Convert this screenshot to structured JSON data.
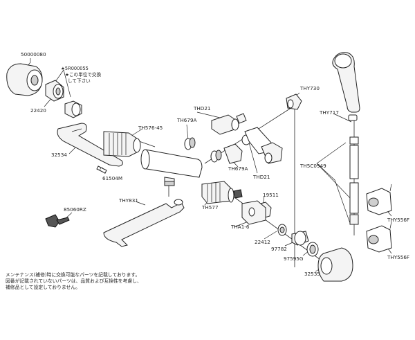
{
  "labels": {
    "p50000080": "50000080",
    "p5r000055": "★5R000055",
    "star_note_1": "★この単位で交換",
    "star_note_2": "して下さい",
    "p22420": "22420",
    "p32534": "32534",
    "p61504m": "61504M",
    "pth576_45": "TH576-45",
    "pthd21_top": "THD21",
    "pth679a_top": "TH679A",
    "pthy730": "THY730",
    "pthy717": "THY717",
    "pth679a_mid": "TH679A",
    "pthd21_mid": "THD21",
    "pth5c0949": "TH5C0949",
    "pthy831": "THY831",
    "pth577": "TH577",
    "p19511": "19511",
    "ptha1_6": "THA1-6",
    "p22412": "22412",
    "p97782": "97782",
    "p97595": "97595G",
    "p32535": "32535",
    "p85060rz": "85060RZ",
    "pthy556f_a": "THY556F",
    "pthy556f_b": "THY556F"
  },
  "footer_note": {
    "line1": "メンテナンス(補修)時に交換可能なパーツを記載しております。",
    "line2": "図番が記載されていないパーツは、品質および互換性を考慮し、",
    "line3": "補修品として設定しておりません。"
  }
}
